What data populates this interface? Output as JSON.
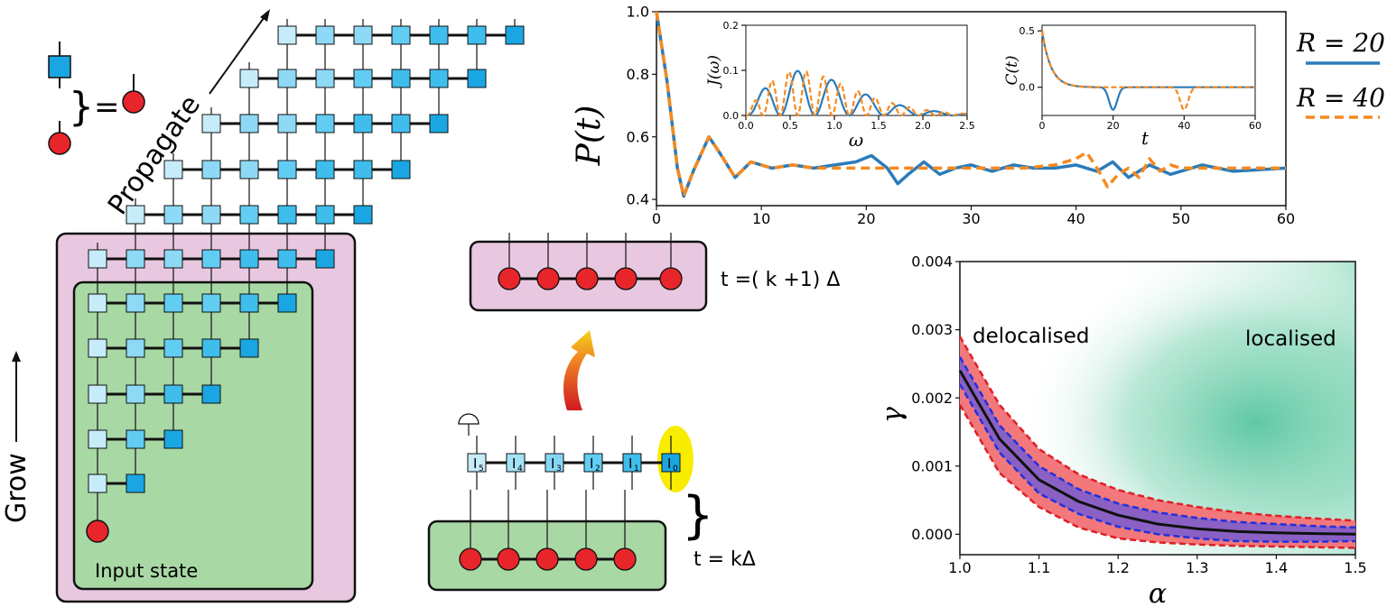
{
  "labels": {
    "propagate": "Propagate",
    "grow": "Grow",
    "input_state": "Input state",
    "t_k": "t = kΔ",
    "t_k1": "t =( k +1) Δ",
    "equals": "=",
    "brace": "}",
    "delocalised": "delocalised",
    "localised": "localised",
    "sites": [
      "5",
      "4",
      "3",
      "2",
      "1",
      "0"
    ]
  },
  "colors": {
    "pink": "#e8c8e0",
    "green": "#a8d8a4",
    "red_node": "#e8252a",
    "blue_light": "#c6ecfa",
    "blue_mid": "#62cdf2",
    "blue_dark": "#1aa6e2",
    "series_R20": "#2b7bba",
    "series_R40": "#f58a1f",
    "highlight": "#f8ec00"
  },
  "chart_data": [
    {
      "type": "line",
      "ylabel": "P(t)",
      "xlim": [
        0,
        60
      ],
      "ylim": [
        0.38,
        1.0
      ],
      "xticks": [
        "0",
        "10",
        "20",
        "30",
        "40",
        "50",
        "60"
      ],
      "yticks": [
        "0.4",
        "0.6",
        "0.8",
        "1.0"
      ],
      "legend": [
        "R = 20",
        "R = 40"
      ],
      "series": [
        {
          "name": "R = 20",
          "x": [
            0,
            1,
            2,
            2.6,
            3.5,
            5,
            6,
            7.5,
            9,
            11,
            13,
            15,
            17,
            19,
            20.5,
            22,
            23,
            24,
            25.5,
            27,
            28.5,
            30,
            32,
            34,
            36,
            38,
            40,
            42,
            43.5,
            45,
            47,
            49,
            52,
            55,
            60
          ],
          "y": [
            1.0,
            0.78,
            0.5,
            0.41,
            0.49,
            0.6,
            0.55,
            0.47,
            0.52,
            0.5,
            0.51,
            0.5,
            0.51,
            0.52,
            0.54,
            0.5,
            0.45,
            0.48,
            0.52,
            0.48,
            0.5,
            0.51,
            0.49,
            0.51,
            0.5,
            0.5,
            0.51,
            0.49,
            0.52,
            0.47,
            0.51,
            0.48,
            0.51,
            0.49,
            0.5
          ]
        },
        {
          "name": "R = 40",
          "x": [
            0,
            1,
            2,
            2.6,
            3.5,
            5,
            6,
            7.5,
            9,
            11,
            13,
            15,
            17,
            20,
            25,
            30,
            35,
            38,
            40,
            41,
            42,
            43,
            44,
            45,
            46,
            47,
            48,
            49,
            50,
            52,
            55,
            60
          ],
          "y": [
            1.0,
            0.78,
            0.5,
            0.41,
            0.49,
            0.6,
            0.55,
            0.47,
            0.52,
            0.5,
            0.51,
            0.5,
            0.5,
            0.5,
            0.5,
            0.5,
            0.5,
            0.51,
            0.53,
            0.55,
            0.5,
            0.44,
            0.48,
            0.5,
            0.47,
            0.53,
            0.49,
            0.51,
            0.5,
            0.5,
            0.5,
            0.5
          ]
        }
      ]
    },
    {
      "type": "line",
      "xlabel": "ω",
      "ylabel": "J(ω)",
      "xlim": [
        0,
        2.5
      ],
      "ylim": [
        0,
        0.2
      ],
      "xticks": [
        "0.0",
        "0.5",
        "1.0",
        "1.5",
        "2.0",
        "2.5"
      ],
      "yticks": [
        "0.0",
        "0.1",
        "0.2"
      ],
      "series": [
        {
          "name": "R = 20"
        },
        {
          "name": "R = 40"
        }
      ]
    },
    {
      "type": "line",
      "xlabel": "t",
      "ylabel": "C(t)",
      "xlim": [
        0,
        60
      ],
      "ylim": [
        -0.25,
        0.55
      ],
      "xticks": [
        "0",
        "20",
        "40",
        "60"
      ],
      "yticks": [
        "0.0",
        "0.5"
      ],
      "series": [
        {
          "name": "R = 20"
        },
        {
          "name": "R = 40"
        }
      ]
    },
    {
      "type": "area",
      "xlabel": "α",
      "ylabel": "γ",
      "xlim": [
        1.0,
        1.5
      ],
      "ylim": [
        -0.0003,
        0.004
      ],
      "xticks": [
        "1.0",
        "1.1",
        "1.2",
        "1.3",
        "1.4",
        "1.5"
      ],
      "yticks": [
        "0.000",
        "0.001",
        "0.002",
        "0.003",
        "0.004"
      ],
      "x": [
        1.0,
        1.05,
        1.1,
        1.15,
        1.2,
        1.25,
        1.3,
        1.35,
        1.4,
        1.45,
        1.5
      ],
      "series": [
        {
          "name": "center",
          "values": [
            0.0024,
            0.0014,
            0.0008,
            0.00048,
            0.00028,
            0.00015,
            8e-05,
            4e-05,
            2e-05,
            1e-05,
            0.0
          ]
        },
        {
          "name": "red_upper",
          "values": [
            0.0029,
            0.0019,
            0.00125,
            0.00088,
            0.00065,
            0.0005,
            0.0004,
            0.00032,
            0.00027,
            0.00023,
            0.0002
          ]
        },
        {
          "name": "red_lower",
          "values": [
            0.0019,
            0.0009,
            0.0004,
            0.0001,
            -6e-05,
            -0.00012,
            -0.00015,
            -0.00017,
            -0.00018,
            -0.00019,
            -0.0002
          ]
        },
        {
          "name": "blue_upper",
          "values": [
            0.0026,
            0.0016,
            0.001,
            0.00066,
            0.00045,
            0.00032,
            0.00024,
            0.00018,
            0.00015,
            0.00012,
            0.0001
          ]
        },
        {
          "name": "blue_lower",
          "values": [
            0.0022,
            0.0012,
            0.0006,
            0.0003,
            0.00011,
            0.0,
            -6e-05,
            -0.0001,
            -0.00011,
            -0.00011,
            -0.0001
          ]
        }
      ]
    }
  ]
}
